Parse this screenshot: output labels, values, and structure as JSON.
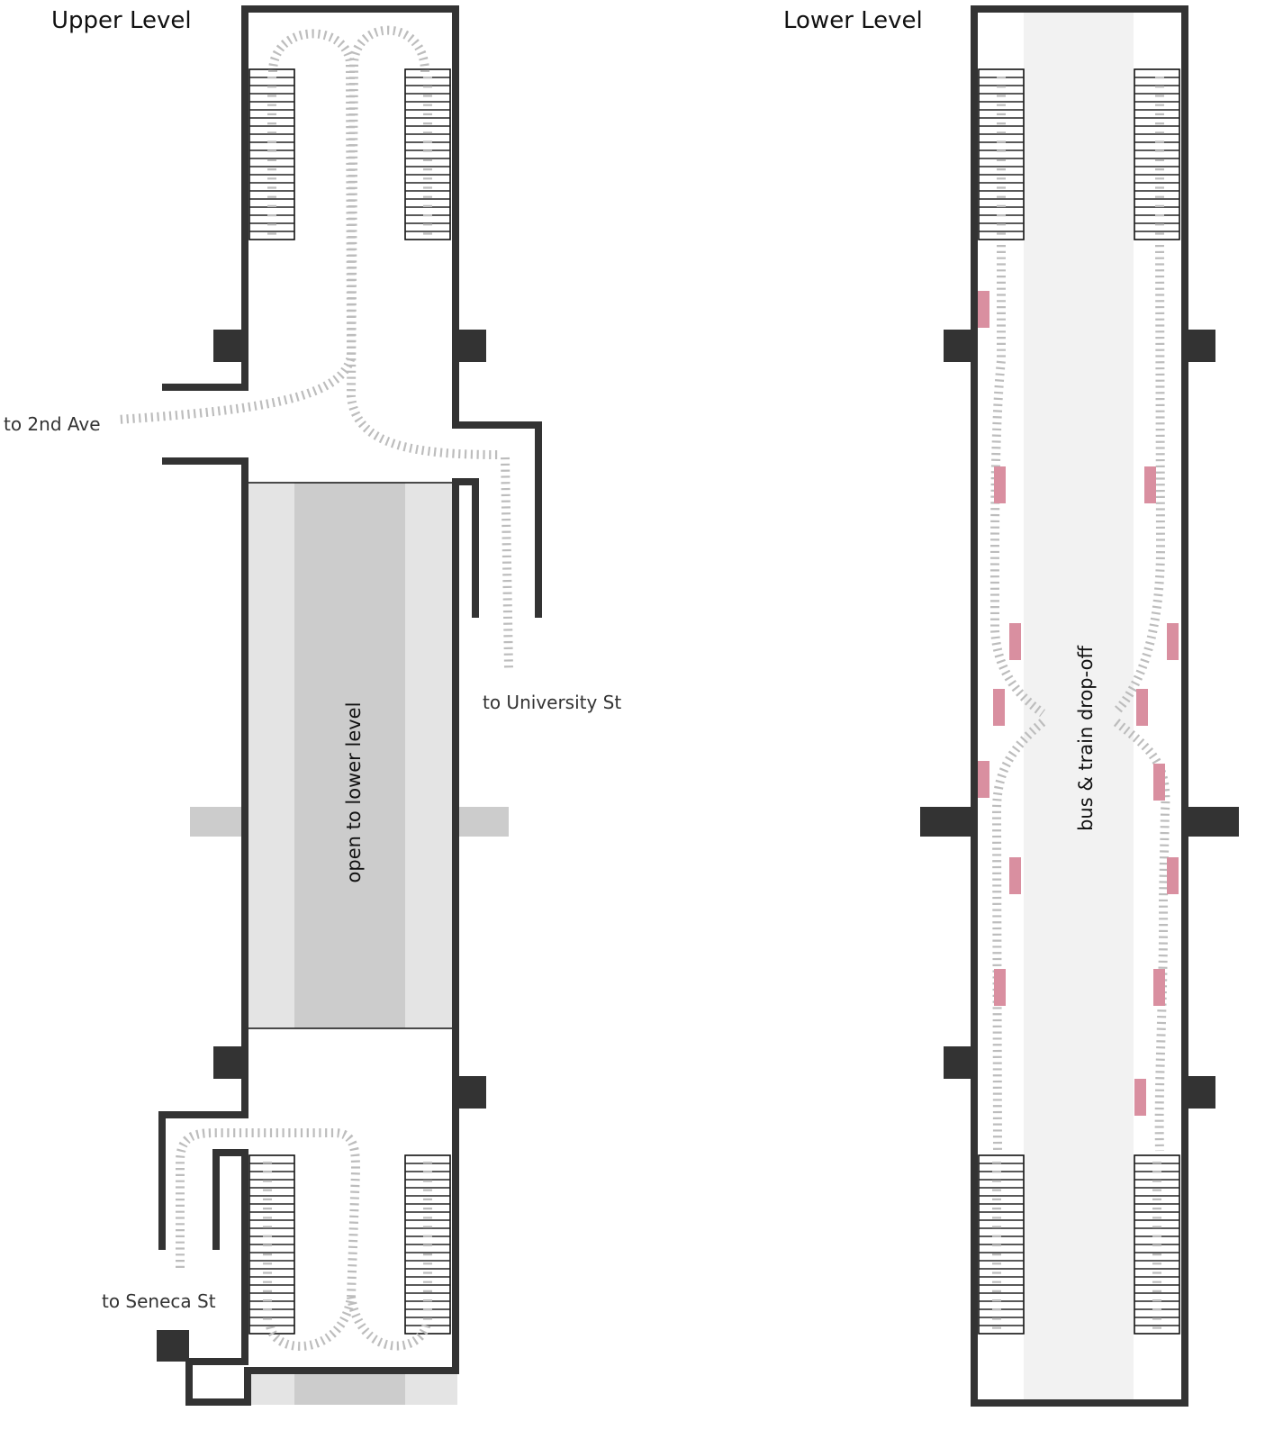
{
  "upper_level": {
    "title": "Upper Level",
    "destinations": {
      "second_ave": "to 2nd Ave",
      "university_st": "to University St",
      "seneca_st": "to Seneca St"
    },
    "open_area_label": "open to lower level"
  },
  "lower_level": {
    "title": "Lower Level",
    "platform_label": "bus & train drop-off"
  },
  "colors": {
    "wall": "#333333",
    "escalator_path": "#bdbdbd",
    "open_area_light": "#e4e4e4",
    "open_area_dark": "#cccccc",
    "platform": "#f2f2f2",
    "kiosk": "#d98fa0"
  }
}
